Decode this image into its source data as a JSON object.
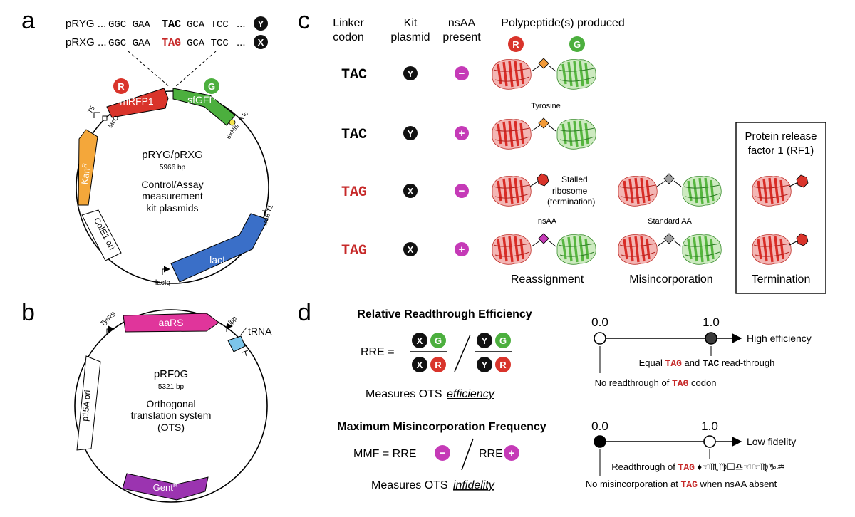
{
  "colors": {
    "red_codon": "#c62828",
    "mrfp": "#d9342b",
    "sfgfp": "#4caf3e",
    "kan": "#f4a73a",
    "lacl": "#3a6fc8",
    "aars": "#e0359b",
    "gent": "#9b34b0",
    "trna": "#7cc5ea",
    "nsaa_button": "#c53ab7",
    "tyrosine": "#f29a38",
    "standard_aa": "#a0a0a0",
    "stop": "#d9342b"
  },
  "panels": {
    "a": "a",
    "b": "b",
    "c": "c",
    "d": "d"
  },
  "badges": {
    "R": "R",
    "G": "G",
    "Y": "Y",
    "X": "X",
    "minus": "−",
    "plus": "+"
  },
  "panel_a": {
    "seq_top": {
      "plasmid": "pRYG ...",
      "pre": "GGC GAA",
      "codon": "TAC",
      "post": "GCA TCC",
      "dots": "..."
    },
    "seq_bottom": {
      "plasmid": "pRXG ...",
      "pre": "GGC GAA",
      "codon": "TAG",
      "post": "GCA TCC",
      "dots": "..."
    },
    "genes": {
      "mrfp1": "mRFP1",
      "sfgfp": "sfGFP",
      "kan": "Kan",
      "kan_sup": "R",
      "lacl": "lacI",
      "cole1": "ColE1 ori"
    },
    "features": {
      "t5": "T5",
      "laco": "lacO",
      "lambda": "λ t",
      "lambda_sub": "0",
      "his": "6×His",
      "rrnb": "rrnB T1",
      "laciq": "lacIq"
    },
    "title": "pRYG/pRXG",
    "size": "5966 bp",
    "desc": [
      "Control/Assay",
      "measurement",
      "kit plasmids"
    ]
  },
  "panel_b": {
    "genes": {
      "aars": "aaRS",
      "trna": "tRNA",
      "p15a": "p15A ori",
      "gent": "Gent",
      "gent_sup": "R"
    },
    "features": {
      "tyrrs": "TyrRS",
      "lpp": "lpp"
    },
    "title": "pRF0G",
    "size": "5321 bp",
    "desc": [
      "Orthogonal",
      "translation system",
      "(OTS)"
    ]
  },
  "panel_c": {
    "headers": {
      "linker": [
        "Linker",
        "codon"
      ],
      "kit": [
        "Kit",
        "plasmid"
      ],
      "nsaa": [
        "nsAA",
        "present"
      ],
      "poly": "Polypeptide(s) produced"
    },
    "rows": [
      {
        "codon": "TAC",
        "plasmid": "Y",
        "nsaa": "−"
      },
      {
        "codon": "TAC",
        "plasmid": "Y",
        "nsaa": "+"
      },
      {
        "codon": "TAG",
        "plasmid": "X",
        "nsaa": "−"
      },
      {
        "codon": "TAG",
        "plasmid": "X",
        "nsaa": "+"
      }
    ],
    "labels": {
      "tyrosine": "Tyrosine",
      "stalled": [
        "Stalled",
        "ribosome",
        "(termination)"
      ],
      "nsaa": "nsAA",
      "standard": "Standard AA",
      "rf1": [
        "Protein release",
        "factor 1 (RF1)"
      ],
      "outcomes": {
        "reassignment": "Reassignment",
        "misincorporation": "Misincorporation",
        "termination": "Termination"
      }
    }
  },
  "panel_d": {
    "rre": {
      "title": "Relative Readthrough Efficiency",
      "lhs": "RRE  =",
      "measures": "Measures OTS",
      "measures_word": "efficiency",
      "axis_zero": "0.0",
      "axis_one": "1.0",
      "axis_label": "High efficiency",
      "one_note": {
        "pre": "Equal",
        "c1": "TAG",
        "mid": "and",
        "c2": "TAC",
        "post": "read-through"
      },
      "zero_note": {
        "pre": "No readthrough of",
        "codon": "TAG",
        "post": "codon"
      }
    },
    "mmf": {
      "title": "Maximum Misincorporation Frequency",
      "lhs": "MMF  =  RRE",
      "rre2": "RRE",
      "measures": "Measures OTS",
      "measures_word": "infidelity",
      "axis_zero": "0.0",
      "axis_one": "1.0",
      "axis_label": "Low fidelity",
      "one_note": {
        "pre": "Readthrough of",
        "codon": "TAG",
        "post": "♦☜♏︎♍︎☐︎♎︎☜☞♍︎♑︎♒︎"
      },
      "zero_note": {
        "pre": "No misincorporation at",
        "codon": "TAG",
        "post": "when nsAA absent"
      }
    }
  }
}
